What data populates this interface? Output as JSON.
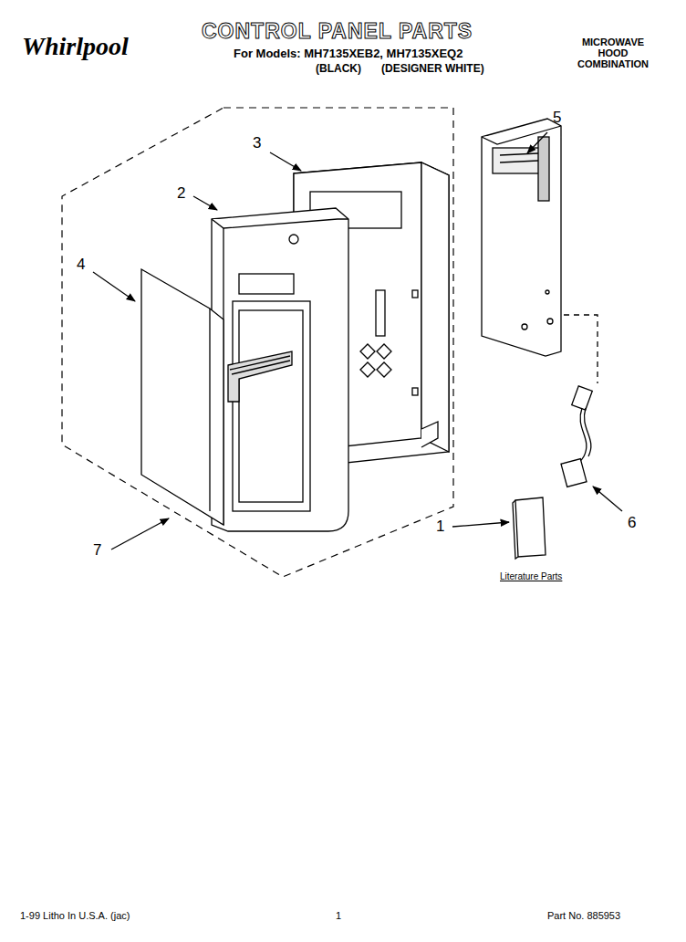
{
  "diagram": {
    "title": "CONTROL PANEL PARTS",
    "labels": [
      "Whirlpool",
      "For Models: MH7135XEB2, MH7135XEQ2",
      "(BLACK)",
      "(DESIGNER WHITE)",
      "MICROWAVE HOOD COMBINATION",
      "3",
      "2",
      "5",
      "4",
      "1",
      "6",
      "7",
      "Literature Parts",
      "1-99 Litho In U.S.A. (jac)",
      "1",
      "Part No. 885953"
    ]
  }
}
